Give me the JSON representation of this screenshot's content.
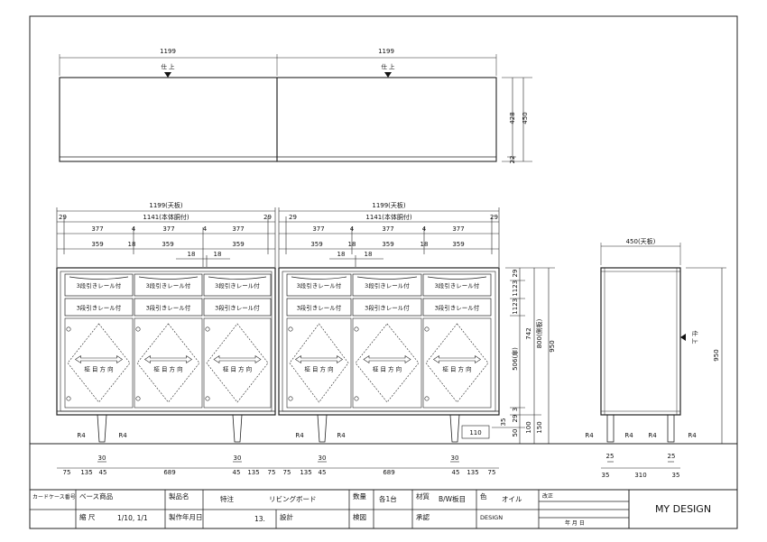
{
  "top_view": {
    "width_left": "1199",
    "width_right": "1199",
    "finish_left": "仕 上",
    "finish_right": "仕 上",
    "height_428": "428",
    "height_450": "450",
    "height_22": "22"
  },
  "front_dims": {
    "overall_left": "1199(天板)",
    "overall_right": "1199(天板)",
    "body_left": "1141(本体胴付)",
    "body_right": "1141(本体胴付)",
    "end_29": "29",
    "unit_377": "377",
    "gap_4": "4",
    "unit_359": "359",
    "gap_18": "18"
  },
  "drawer_label": "3段引きレール付",
  "grain_label": "柾 目 方 向",
  "side_dims": {
    "d29": "29",
    "d3": "3",
    "d112": "112",
    "d506": "506(扉)",
    "d742": "742",
    "d800": "800(側板)",
    "d950": "950",
    "d50": "50",
    "d100": "100",
    "d150": "150",
    "d35": "35",
    "d110": "110"
  },
  "side_view": {
    "width": "450(天板)",
    "finish": "仕 上",
    "height": "950",
    "r4": "R4",
    "d25": "25",
    "d310": "310",
    "d35": "35"
  },
  "base_dims": {
    "r4": "R4",
    "d30": "30",
    "d75": "75",
    "d135": "135",
    "d45": "45",
    "d689": "689"
  },
  "title_block": {
    "card_label": "カードケース番号",
    "base_product_label": "ベース商品",
    "scale_label": "縮 尺",
    "scale_value": "1/10, 1/1",
    "product_name_label": "製品名",
    "product_type": "特注",
    "product_name": "リビングボード",
    "date_label": "製作年月日",
    "date_value": "13.",
    "quantity_label": "数量",
    "quantity_value": "各1台",
    "material_label": "材質",
    "material_value": "B/W板目",
    "color_label": "色",
    "color_value": "オイル",
    "design_label": "設計",
    "check_label": "検図",
    "approve_label": "承認",
    "design_value": "DESIGN",
    "revision_label": "改正",
    "ymd": "年 月 日",
    "company": "MY DESIGN"
  }
}
